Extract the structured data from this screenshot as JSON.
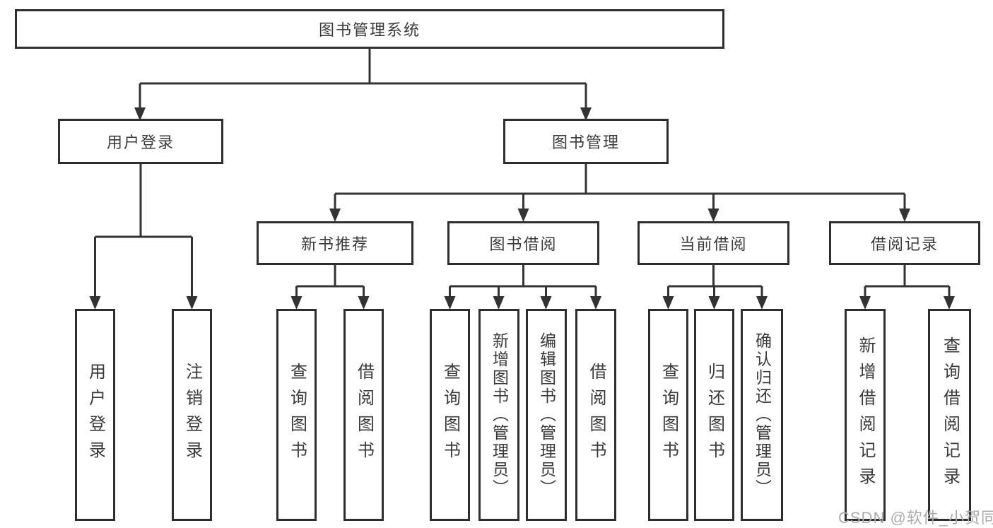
{
  "tree": {
    "root": "图书管理系统",
    "branches": [
      {
        "label": "用户登录",
        "children": [
          "用户登录",
          "注销登录"
        ]
      },
      {
        "label": "图书管理",
        "sections": [
          {
            "label": "新书推荐",
            "children": [
              "查询图书",
              "借阅图书"
            ]
          },
          {
            "label": "图书借阅",
            "children": [
              "查询图书",
              "新增图书（管理员）",
              "编辑图书（管理员）",
              "借阅图书"
            ]
          },
          {
            "label": "当前借阅",
            "children": [
              "查询图书",
              "归还图书",
              "确认归还（管理员）"
            ]
          },
          {
            "label": "借阅记录",
            "children": [
              "新增借阅记录",
              "查询借阅记录"
            ]
          }
        ]
      }
    ]
  },
  "watermark": "CSDN @软件_小贺同学",
  "colors": {
    "line": "#333333",
    "border": "#2e2e2e",
    "text": "#3a3a3a",
    "watermark": "#ababab",
    "background": "#ffffff"
  }
}
